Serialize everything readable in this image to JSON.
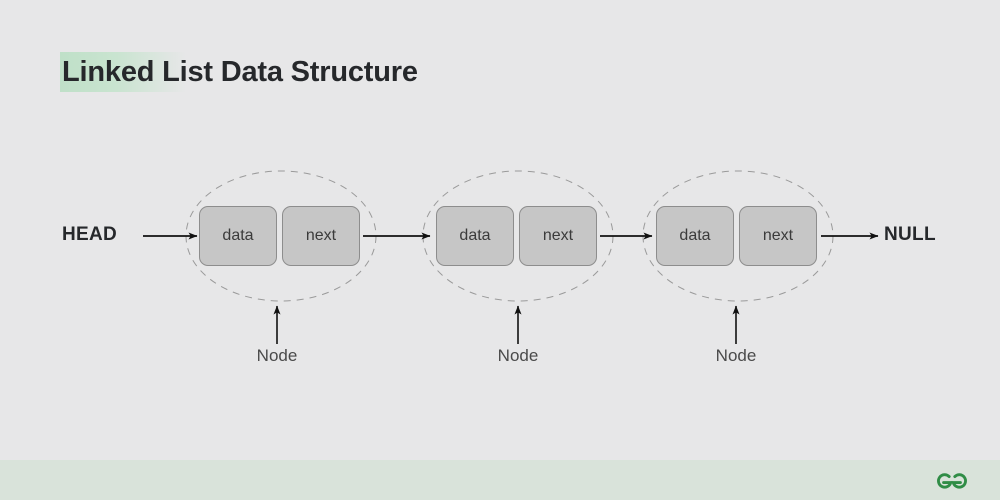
{
  "page": {
    "title": "Linked List Data Structure",
    "background_color": "#e7e7e8",
    "title_highlight_color": "#c2e1cb",
    "title_text_color": "#26282b"
  },
  "diagram": {
    "type": "singly-linked-list",
    "start_label": "HEAD",
    "end_label": "NULL",
    "node_caption": "Node",
    "node_fill_color": "#c6c6c6",
    "node_border_color": "#8d8d8d",
    "ellipse_stroke_color": "#9a9a9a",
    "arrow_color": "#111111",
    "nodes": [
      {
        "index": 1,
        "caption": "Node",
        "fields": [
          {
            "name": "data",
            "label": "data"
          },
          {
            "name": "next",
            "label": "next"
          }
        ]
      },
      {
        "index": 2,
        "caption": "Node",
        "fields": [
          {
            "name": "data",
            "label": "data"
          },
          {
            "name": "next",
            "label": "next"
          }
        ]
      },
      {
        "index": 3,
        "caption": "Node",
        "fields": [
          {
            "name": "data",
            "label": "data"
          },
          {
            "name": "next",
            "label": "next"
          }
        ]
      }
    ]
  },
  "footer": {
    "band_color": "#d9e3da",
    "logo_name": "geeksforgeeks-logo",
    "logo_color": "#308d46"
  }
}
